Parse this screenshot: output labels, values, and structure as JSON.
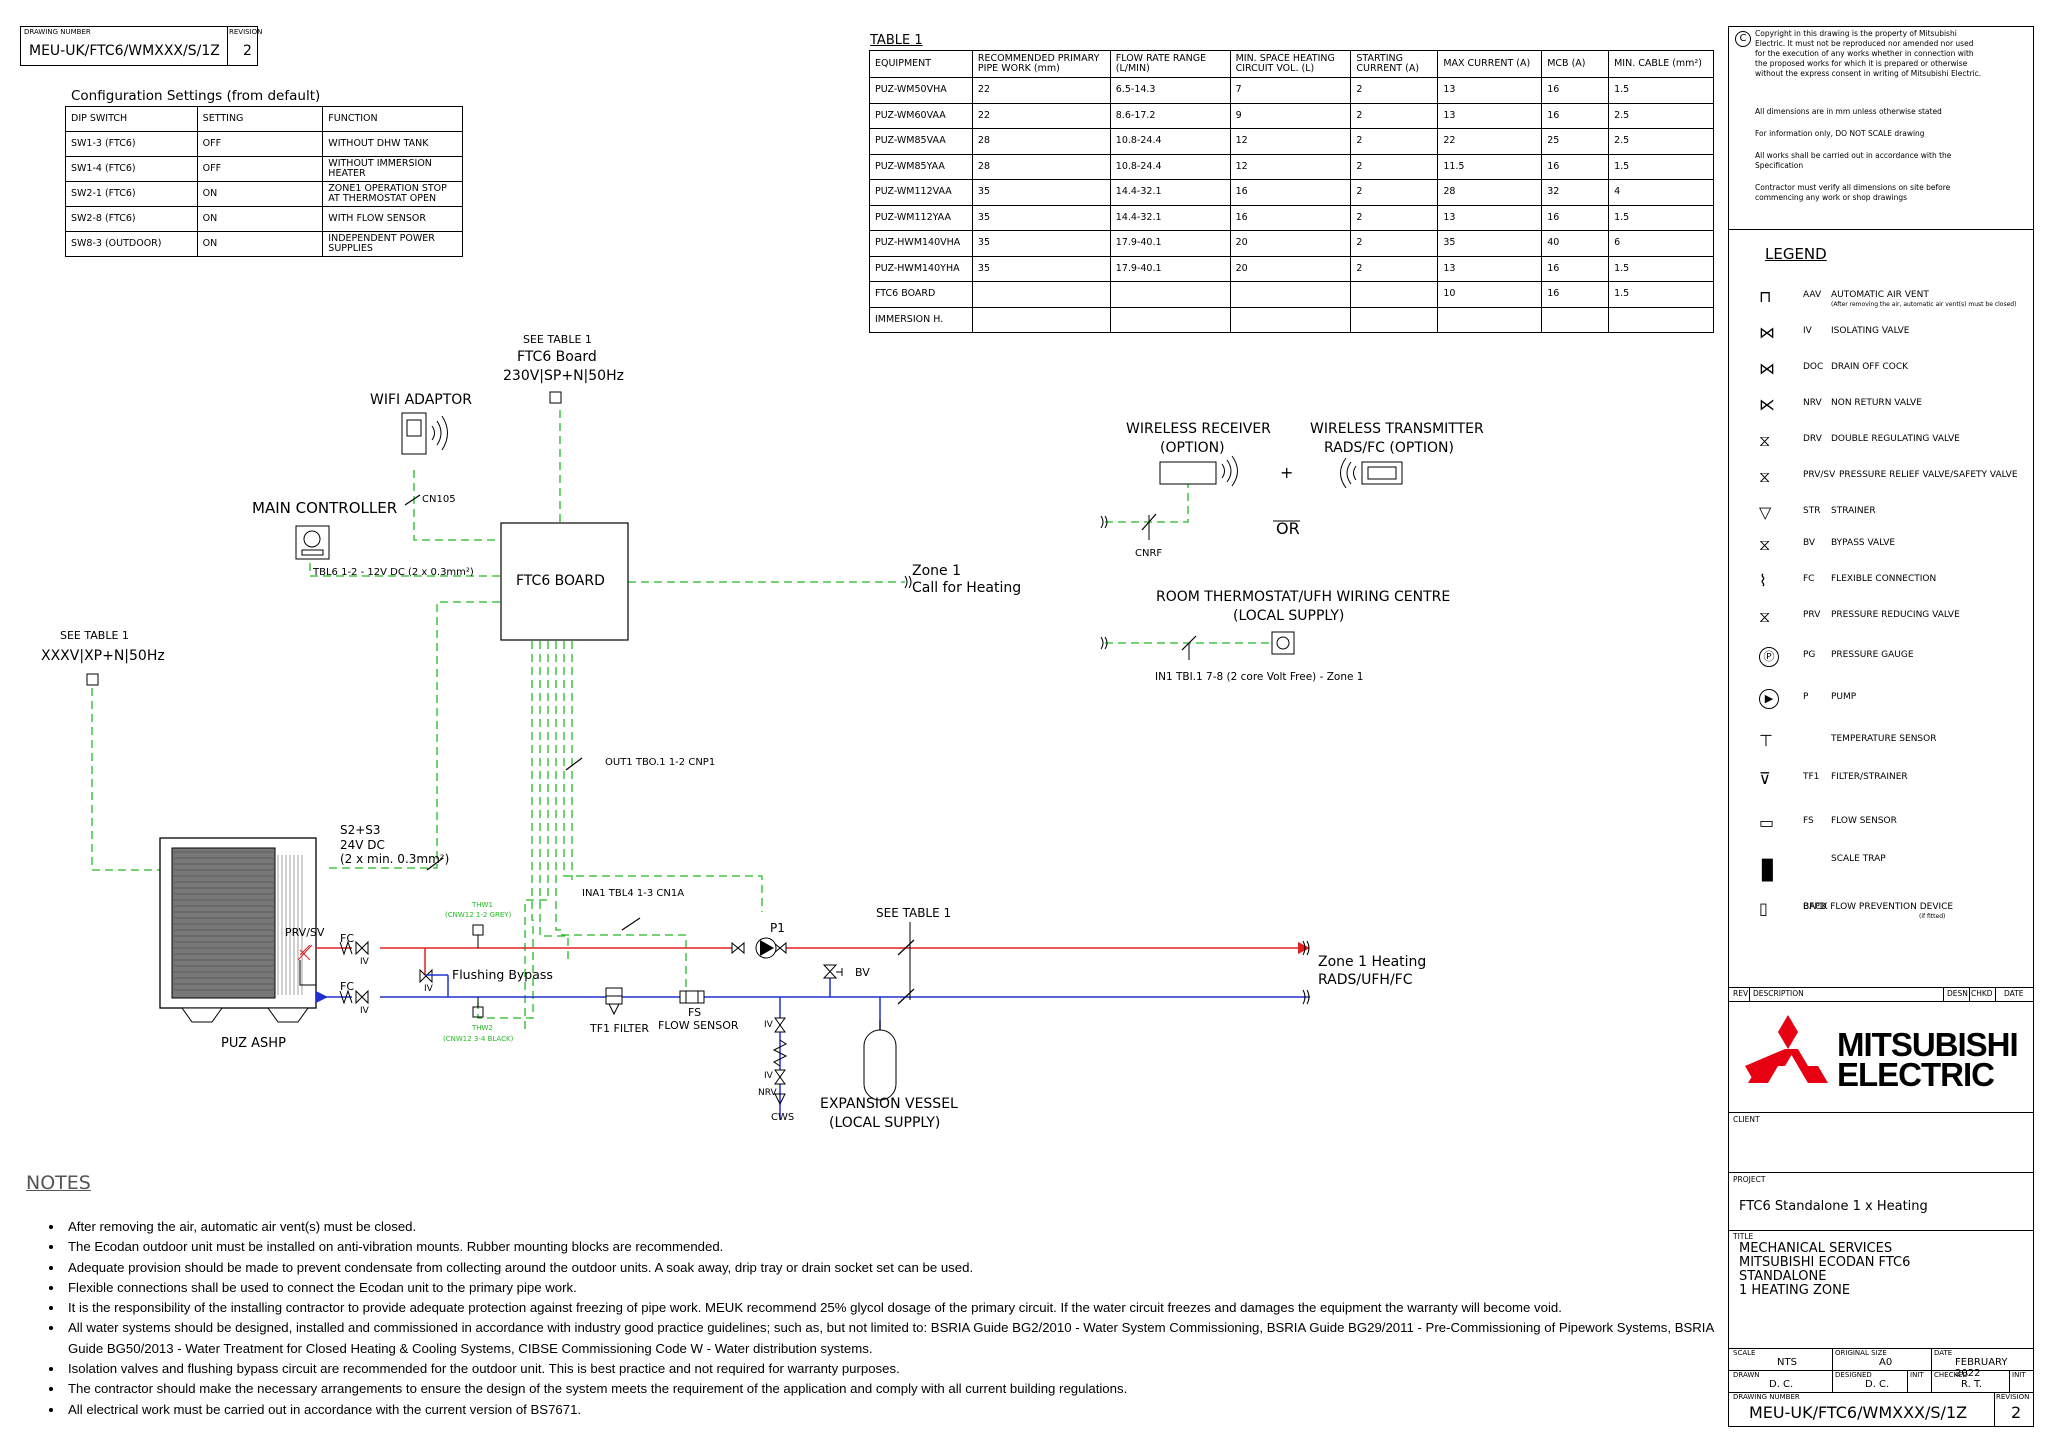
{
  "drawing_number_header": {
    "label": "DRAWING NUMBER",
    "value": "MEU-UK/FTC6/WMXXX/S/1Z",
    "rev_label": "REVISION",
    "rev_value": "2"
  },
  "config": {
    "title": "Configuration Settings (from default)",
    "headers": [
      "DIP SWITCH",
      "SETTING",
      "FUNCTION"
    ],
    "rows": [
      [
        "SW1-3 (FTC6)",
        "OFF",
        "WITHOUT DHW TANK"
      ],
      [
        "SW1-4 (FTC6)",
        "OFF",
        "WITHOUT IMMERSION HEATER"
      ],
      [
        "SW2-1 (FTC6)",
        "ON",
        "ZONE1 OPERATION STOP AT THERMOSTAT OPEN"
      ],
      [
        "SW2-8 (FTC6)",
        "ON",
        "WITH FLOW SENSOR"
      ],
      [
        "SW8-3 (OUTDOOR)",
        "ON",
        "INDEPENDENT POWER SUPPLIES"
      ]
    ]
  },
  "table1": {
    "title": "TABLE 1",
    "headers": [
      "EQUIPMENT",
      "RECOMMENDED PRIMARY PIPE WORK (mm)",
      "FLOW RATE RANGE (L/MIN)",
      "MIN. SPACE HEATING CIRCUIT VOL. (L)",
      "STARTING CURRENT (A)",
      "MAX CURRENT (A)",
      "MCB (A)",
      "MIN. CABLE (mm²)"
    ],
    "rows": [
      [
        "PUZ-WM50VHA",
        "22",
        "6.5-14.3",
        "7",
        "2",
        "13",
        "16",
        "1.5"
      ],
      [
        "PUZ-WM60VAA",
        "22",
        "8.6-17.2",
        "9",
        "2",
        "13",
        "16",
        "2.5"
      ],
      [
        "PUZ-WM85VAA",
        "28",
        "10.8-24.4",
        "12",
        "2",
        "22",
        "25",
        "2.5"
      ],
      [
        "PUZ-WM85YAA",
        "28",
        "10.8-24.4",
        "12",
        "2",
        "11.5",
        "16",
        "1.5"
      ],
      [
        "PUZ-WM112VAA",
        "35",
        "14.4-32.1",
        "16",
        "2",
        "28",
        "32",
        "4"
      ],
      [
        "PUZ-WM112YAA",
        "35",
        "14.4-32.1",
        "16",
        "2",
        "13",
        "16",
        "1.5"
      ],
      [
        "PUZ-HWM140VHA",
        "35",
        "17.9-40.1",
        "20",
        "2",
        "35",
        "40",
        "6"
      ],
      [
        "PUZ-HWM140YHA",
        "35",
        "17.9-40.1",
        "20",
        "2",
        "13",
        "16",
        "1.5"
      ],
      [
        "FTC6 BOARD",
        "",
        "",
        "",
        "",
        "10",
        "16",
        "1.5"
      ],
      [
        "IMMERSION H.",
        "",
        "",
        "",
        "",
        "",
        "",
        ""
      ]
    ]
  },
  "diagram": {
    "see_table_top": "SEE TABLE 1",
    "ftc6_board_label": "FTC6 Board",
    "ftc6_power": "230V|SP+N|50Hz",
    "wifi": "WIFI ADAPTOR",
    "cn105": "CN105",
    "main_controller": "MAIN CONTROLLER",
    "tb16": "TBL6 1-2 - 12V DC (2 x 0.3mm²)",
    "ftc6_box": "FTC6 BOARD",
    "zone1_call": "Zone 1",
    "zone1_call2": "Call for Heating",
    "see_table_left": "SEE TABLE 1",
    "outdoor_power": "XXXV|XP+N|50Hz",
    "out1": "OUT1 TBO.1 1-2 CNP1",
    "s2s3": "S2+S3",
    "dc24": "24V DC",
    "cable": "(2 x min. 0.3mm²)",
    "ina1": "INA1 TBL4 1-3 CN1A",
    "prv_sv": "PRV/SV",
    "fc": "FC",
    "iv": "IV",
    "thw1": "THW1",
    "thw1_sub": "(CNW12 1-2 GREY)",
    "thw2": "THW2",
    "thw2_sub": "(CNW12 3-4 BLACK)",
    "flushing": "Flushing Bypass",
    "p1": "P1",
    "bv": "BV",
    "see_table_pipe": "SEE TABLE 1",
    "zone1_heating": "Zone 1 Heating",
    "rads": "RADS/UFH/FC",
    "puz": "PUZ ASHP",
    "tf1": "TF1 FILTER",
    "fs": "FS",
    "flow_sensor": "FLOW SENSOR",
    "nrv": "NRV",
    "cws": "CWS",
    "exp1": "EXPANSION VESSEL",
    "exp2": "(LOCAL SUPPLY)",
    "wr1": "WIRELESS RECEIVER",
    "wr2": "(OPTION)",
    "wt1": "WIRELESS TRANSMITTER",
    "wt2": "RADS/FC (OPTION)",
    "plus": "+",
    "cnrf": "CNRF",
    "or": "OR",
    "rt1": "ROOM THERMOSTAT/UFH WIRING CENTRE",
    "rt2": "(LOCAL SUPPLY)",
    "in1": "IN1 TBI.1 7-8 (2 core Volt Free) - Zone 1"
  },
  "notes": {
    "title": "NOTES",
    "items": [
      "After removing the air, automatic air vent(s) must be closed.",
      "The Ecodan outdoor unit must be installed on anti-vibration mounts. Rubber mounting blocks are recommended.",
      "Adequate provision should be made to prevent condensate from collecting around the outdoor units. A soak away, drip tray or drain socket set can be used.",
      "Flexible connections shall be used to connect the Ecodan unit to the primary pipe work.",
      "It is the responsibility of the installing contractor to provide adequate protection against freezing of pipe work. MEUK recommend 25% glycol dosage of the primary circuit. If the water circuit freezes and damages the equipment the warranty will become void.",
      "All water systems should be designed, installed and commissioned in accordance with industry good practice guidelines; such as, but not limited to: BSRIA Guide BG2/2010 - Water System Commissioning, BSRIA Guide BG29/2011 - Pre-Commissioning of Pipework Systems, BSRIA Guide BG50/2013 - Water Treatment for Closed Heating & Cooling Systems, CIBSE Commissioning Code W - Water distribution systems.",
      "Isolation valves and flushing bypass circuit are recommended for the outdoor unit. This is best practice and not required for warranty purposes.",
      "The contractor should make the necessary arrangements to ensure the design of the system meets the requirement of the application and comply with all current building regulations.",
      "All electrical work must be carried out in accordance with the current version of BS7671."
    ]
  },
  "titleblock": {
    "copyright_symbol": "C",
    "copyright": "Copyright in this drawing is the property of Mitsubishi Electric. It must not be reproduced nor amended nor used for the execution of any works whether in connection with the proposed works for which it is prepared or otherwise without the express consent in writing of Mitsubishi Electric.",
    "line2": "All dimensions are in mm unless otherwise stated",
    "line3": "For information only, DO NOT SCALE drawing",
    "line4": "All works shall be carried out in accordance with the Specification",
    "line5": "Contractor must verify all dimensions on site before commencing any work or shop drawings",
    "legend_title": "LEGEND",
    "legend": [
      {
        "code": "AAV",
        "desc": "AUTOMATIC AIR VENT",
        "sub": "(After removing the air, automatic air vent(s) must be closed)",
        "icon": "aav-icon"
      },
      {
        "code": "IV",
        "desc": "ISOLATING VALVE",
        "icon": "isolating-valve-icon"
      },
      {
        "code": "DOC",
        "desc": "DRAIN OFF COCK",
        "icon": "drain-off-cock-icon"
      },
      {
        "code": "NRV",
        "desc": "NON RETURN VALVE",
        "icon": "non-return-valve-icon"
      },
      {
        "code": "DRV",
        "desc": "DOUBLE REGULATING VALVE",
        "icon": "double-regulating-valve-icon"
      },
      {
        "code": "PRV/SV",
        "desc": "PRESSURE RELIEF VALVE/SAFETY VALVE",
        "icon": "pressure-relief-valve-icon"
      },
      {
        "code": "STR",
        "desc": "STRAINER",
        "icon": "strainer-icon"
      },
      {
        "code": "BV",
        "desc": "BYPASS VALVE",
        "icon": "bypass-valve-icon"
      },
      {
        "code": "FC",
        "desc": "FLEXIBLE CONNECTION",
        "icon": "flexible-connection-icon"
      },
      {
        "code": "PRV",
        "desc": "PRESSURE REDUCING VALVE",
        "icon": "pressure-reducing-valve-icon"
      },
      {
        "code": "PG",
        "desc": "PRESSURE GAUGE",
        "icon": "pressure-gauge-icon"
      },
      {
        "code": "P",
        "desc": "PUMP",
        "icon": "pump-icon"
      },
      {
        "code": "",
        "desc": "TEMPERATURE SENSOR",
        "icon": "temperature-sensor-icon"
      },
      {
        "code": "TF1",
        "desc": "FILTER/STRAINER",
        "icon": "filter-icon"
      },
      {
        "code": "FS",
        "desc": "FLOW SENSOR",
        "icon": "flow-sensor-icon"
      },
      {
        "code": "",
        "desc": "SCALE TRAP",
        "icon": "scale-trap-icon"
      },
      {
        "code": "BFPD",
        "desc": "BACK FLOW PREVENTION DEVICE",
        "sub": "(if fitted)",
        "icon": "back-flow-icon"
      }
    ],
    "rev_headers": [
      "REV",
      "DESCRIPTION",
      "DESN",
      "CHKD",
      "DATE"
    ],
    "brand1": "MITSUBISHI",
    "brand2": "ELECTRIC",
    "client_label": "CLIENT",
    "project_label": "PROJECT",
    "project": "FTC6 Standalone 1 x Heating",
    "title_label": "TITLE",
    "title_lines": [
      "MECHANICAL SERVICES",
      "MITSUBISHI ECODAN FTC6",
      "STANDALONE",
      "1 HEATING ZONE"
    ],
    "scale_label": "SCALE",
    "scale": "NTS",
    "orig_label": "ORIGINAL SIZE",
    "orig": "A0",
    "date_label": "DATE",
    "date": "FEBRUARY 2022",
    "drawn_label": "DRAWN",
    "drawn": "D. C.",
    "designed_label": "DESIGNED",
    "designed": "D. C.",
    "init_label": "INIT",
    "checked_label": "CHECKED",
    "checked": "R. T.",
    "init2_label": "INIT",
    "dn_label": "DRAWING NUMBER",
    "dn": "MEU-UK/FTC6/WMXXX/S/1Z",
    "rev_label": "REVISION",
    "rev": "2"
  },
  "colors": {
    "flow": "#e02020",
    "return": "#2030d0",
    "control": "#22bb22",
    "brand": "#e60012"
  }
}
